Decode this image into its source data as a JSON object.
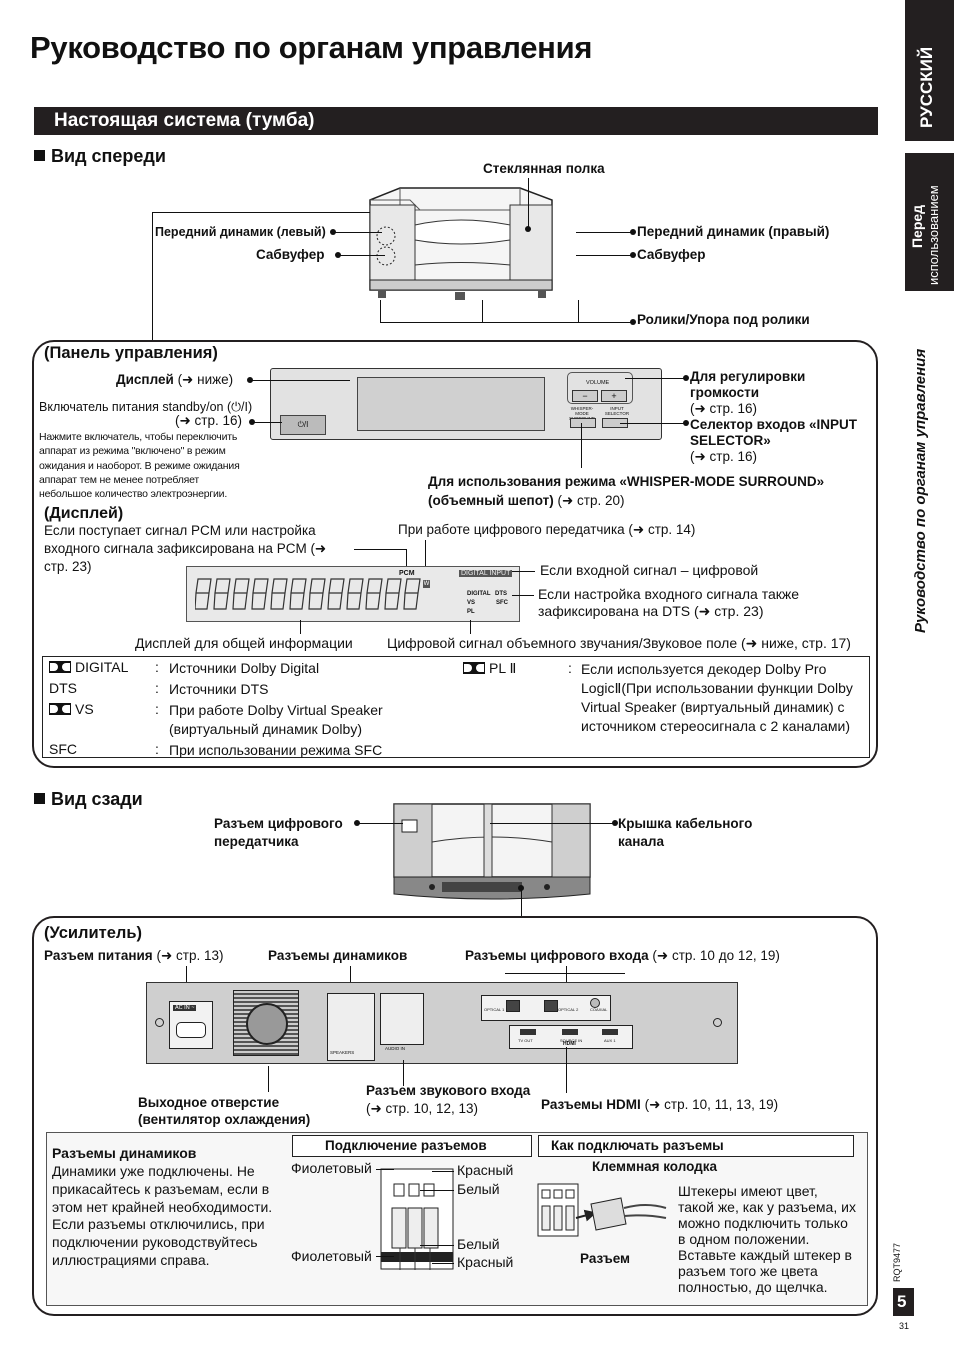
{
  "title": "Руководство по органам управления",
  "section_title": "Настоящая система (тумба)",
  "side": {
    "lang": "РУССКИЙ",
    "tab_line1": "Перед",
    "tab_line2": "использованием",
    "vertical_caption": "Руководство по органам управления",
    "doc_code": "RQT9477",
    "page_num": "5",
    "page_sub": "31"
  },
  "front": {
    "heading": "Вид спереди",
    "glass_shelf": "Стеклянная полка",
    "front_left": "Передний динамик (левый)",
    "front_right": "Передний динамик (правый)",
    "sub_left": "Сабвуфер",
    "sub_right": "Сабвуфер",
    "casters": "Ролики/Упора под ролики"
  },
  "control_panel": {
    "heading": "(Панель управления)",
    "display_label": "Дисплей",
    "display_ref": "(➜ ниже)",
    "power_label": "Включатель питания standby/on (⏻/I)",
    "power_ref": "(➜ стр. 16)",
    "power_note": "Нажмите включатель, чтобы переключить аппарат из режима \"включено\" в режим ожидания и наоборот. В режиме ожидания аппарат тем не менее потребляет небольшое количество электроэнергии.",
    "volume_label": "Для регулировки громкости",
    "volume_ref": "(➜ стр. 16)",
    "input_label": "Селектор входов «INPUT SELECTOR»",
    "input_ref": "(➜ стр. 16)",
    "whisper_label": "Для использования режима «WHISPER-MODE SURROUND» (объемный шепот)",
    "whisper_ref": "(➜ стр. 20)",
    "dev_volume": "VOLUME",
    "dev_minus": "−",
    "dev_plus": "+",
    "dev_whisper": "WHISPER-MODE SURROUND",
    "dev_input": "INPUT SELECTOR",
    "dev_power": "⏻/I"
  },
  "display": {
    "heading": "(Дисплей)",
    "pcm_note": "Если поступает сигнал PCM или настройка входного сигнала зафиксирована на PCM (➜ стр. 23)",
    "digital_tx": "При работе цифрового передатчика (➜ стр. 14)",
    "digital_input": "Если входной сигнал – цифровой",
    "dts_fixed": "Если настройка входного сигнала также зафиксирована на DTS (➜ стр. 23)",
    "general_info": "Дисплей для общей информации",
    "surround_field": "Цифровой сигнал объемного звучания/Звуковое поле (➜ ниже, стр. 17)",
    "vfd_pcm": "PCM",
    "vfd_w": "W",
    "vfd_digital_input": "DIGITAL INPUT",
    "vfd_digital": "DIGITAL",
    "vfd_dts": "DTS",
    "vfd_vs": "VS",
    "vfd_sfc": "SFC",
    "vfd_pl": "PL"
  },
  "legend": {
    "left": [
      {
        "key": "DIGITAL",
        "dolby": true,
        "text": "Источники Dolby Digital"
      },
      {
        "key": "DTS",
        "dolby": false,
        "text": "Источники DTS"
      },
      {
        "key": "VS",
        "dolby": true,
        "text": "При работе Dolby Virtual Speaker (виртуальный динамик Dolby)"
      },
      {
        "key": "SFC",
        "dolby": false,
        "text": "При использовании режима SFC"
      }
    ],
    "right_key": "PL Ⅱ",
    "right_text": "Если используется декодер Dolby Pro LogicⅡ(При использовании функции Dolby Virtual Speaker (виртуальный динамик) с источником стереосигнала с 2 каналами)",
    "colon": ":"
  },
  "rear": {
    "heading": "Вид сзади",
    "digital_tx_jack": "Разъем цифрового передатчика",
    "cable_cover": "Крышка кабельного канала"
  },
  "amplifier": {
    "heading": "(Усилитель)",
    "power_jack": "Разъем питания",
    "power_ref": "(➜ стр. 13)",
    "speaker_jacks": "Разъемы динамиков",
    "digital_in": "Разъемы цифрового входа",
    "digital_in_ref": "(➜ стр. 10 до 12, 19)",
    "vent": "Выходное отверстие (вентилятор охлаждения)",
    "audio_jack": "Разъем звукового входа",
    "audio_ref": "(➜ стр. 10, 12, 13)",
    "hdmi": "Разъемы HDMI",
    "hdmi_ref": "(➜ стр. 10, 11, 13, 19)",
    "dev_ac": "AC IN ~",
    "dev_optical1": "OPTICAL 1",
    "dev_optical2": "OPTICAL 2",
    "dev_coaxial": "COAXIAL",
    "dev_tv_out": "TV OUT",
    "dev_source_in": "SOURCE IN",
    "dev_aux1": "AUX 1",
    "dev_hdmi": "HDMI",
    "dev_audio_in": "AUDIO IN",
    "dev_speakers": "SPEAKERS"
  },
  "speaker_box": {
    "heading": "Разъемы динамиков",
    "text": "Динамики уже подключены. Не прикасайтесь к разъемам, если в этом нет крайней необходимости. Если разъемы отключились, при подключении руководствуйтесь иллюстрациями справа.",
    "conn_title": "Подключение разъемов",
    "violet_top": "Фиолетовый",
    "red_top": "Красный",
    "white_top": "Белый",
    "violet_bottom": "Фиолетовый",
    "white_bottom": "Белый",
    "red_bottom": "Красный",
    "howto_title": "Как подключать разъемы",
    "terminal_block": "Клеммная колодка",
    "connector": "Разъем",
    "howto_text": "Штекеры имеют цвет, такой же, как у разъема, их можно подключить только в одном положении. Вставьте каждый штекер в разъем того же цвета полностью, до щелчка."
  }
}
